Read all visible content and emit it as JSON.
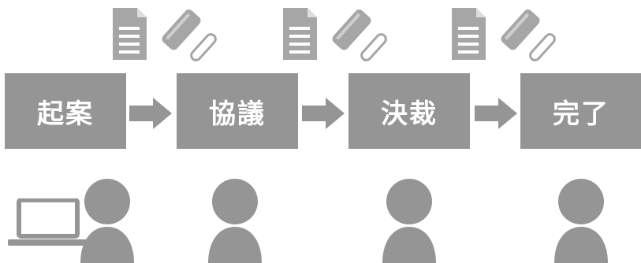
{
  "stages": [
    {
      "label": "起案"
    },
    {
      "label": "協議"
    },
    {
      "label": "決裁"
    },
    {
      "label": "完了"
    }
  ],
  "colors": {
    "box": "#959595",
    "text": "#ffffff",
    "icon": "#a6a6a6"
  },
  "icons": {
    "document": "document-icon",
    "stamp": "hanko-stamp-icon",
    "person": "person-icon",
    "laptop": "laptop-icon"
  }
}
